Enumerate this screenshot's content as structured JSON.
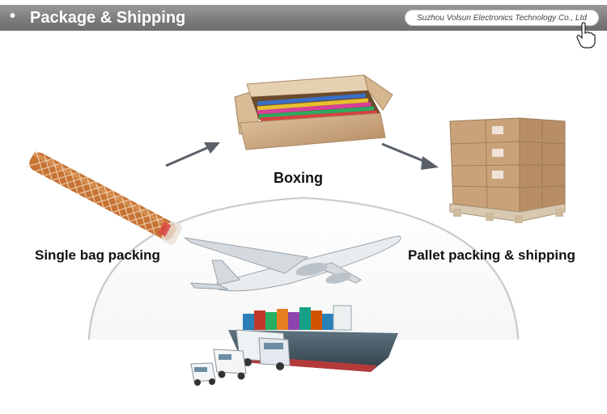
{
  "header": {
    "bullet": "•",
    "title": "Package & Shipping",
    "company": "Suzhou Volsun Electronics Technology Co., Ltd"
  },
  "steps": {
    "single": "Single bag packing",
    "boxing": "Boxing",
    "pallet": "Pallet packing & shipping"
  },
  "icons": {
    "cursor": "hand-pointer-icon",
    "arrow": "arrow-icon"
  },
  "colors": {
    "header": "#7d7d7d",
    "arrow": "#5a6068",
    "box": "#c9a27a",
    "sleeve": "#c9773a"
  }
}
